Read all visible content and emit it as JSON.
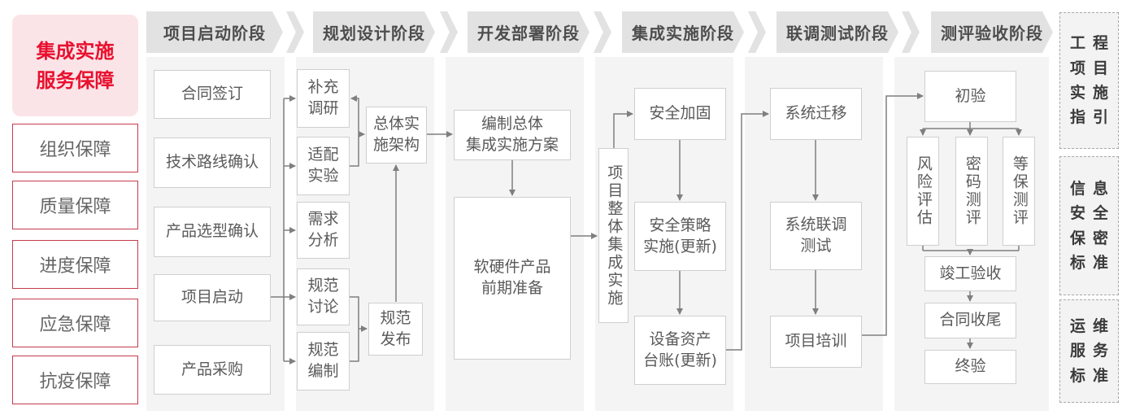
{
  "sidebar": {
    "title": "集成实施\n服务保障",
    "items": [
      {
        "label": "组织保障"
      },
      {
        "label": "质量保障"
      },
      {
        "label": "进度保障"
      },
      {
        "label": "应急保障"
      },
      {
        "label": "抗疫保障"
      }
    ]
  },
  "phases": [
    {
      "label": "项目启动阶段"
    },
    {
      "label": "规划设计阶段"
    },
    {
      "label": "开发部署阶段"
    },
    {
      "label": "集成实施阶段"
    },
    {
      "label": "联调测试阶段"
    },
    {
      "label": "测评验收阶段"
    }
  ],
  "steps": {
    "contract_signing": "合同签订",
    "tech_route_confirm": "技术路线确认",
    "product_selection_confirm": "产品选型确认",
    "project_kickoff": "项目启动",
    "product_procurement": "产品采购",
    "supplement_research": "补充\n调研",
    "adaptation_experiment": "适配\n实验",
    "requirement_analysis": "需求\n分析",
    "spec_discussion": "规范\n讨论",
    "spec_drafting": "规范\n编制",
    "overall_impl_architecture": "总体实\n施架构",
    "spec_release": "规范\n发布",
    "overall_integration_plan": "编制总体\n集成实施方案",
    "hw_sw_product_prep": "软硬件产品\n前期准备",
    "overall_project_integration": "项目整体集成实施",
    "security_hardening": "安全加固",
    "security_policy_update": "安全策略\n实施(更新)",
    "asset_ledger_update": "设备资产\n台账(更新)",
    "system_migration": "系统迁移",
    "system_joint_testing": "系统联调\n测试",
    "project_training": "项目培训",
    "initial_acceptance": "初验",
    "risk_assessment": "风险评估",
    "crypto_evaluation": "密码测评",
    "mlps_evaluation": "等保测评",
    "completion_acceptance": "竣工验收",
    "contract_closure": "合同收尾",
    "final_acceptance": "终验"
  },
  "references": [
    {
      "label": "工程\n项目\n实施\n指引"
    },
    {
      "label": "信息\n安全\n保密\n标准"
    },
    {
      "label": "运维\n服务\n标准"
    }
  ],
  "colors": {
    "accent_red": "#e8102e",
    "pink_bg": "#fbe4e8",
    "red_border": "#c53b4e",
    "band_gray": "#e3e2e2",
    "panel_gray": "#f5f4f4",
    "line_gray": "#7f7f7f"
  }
}
